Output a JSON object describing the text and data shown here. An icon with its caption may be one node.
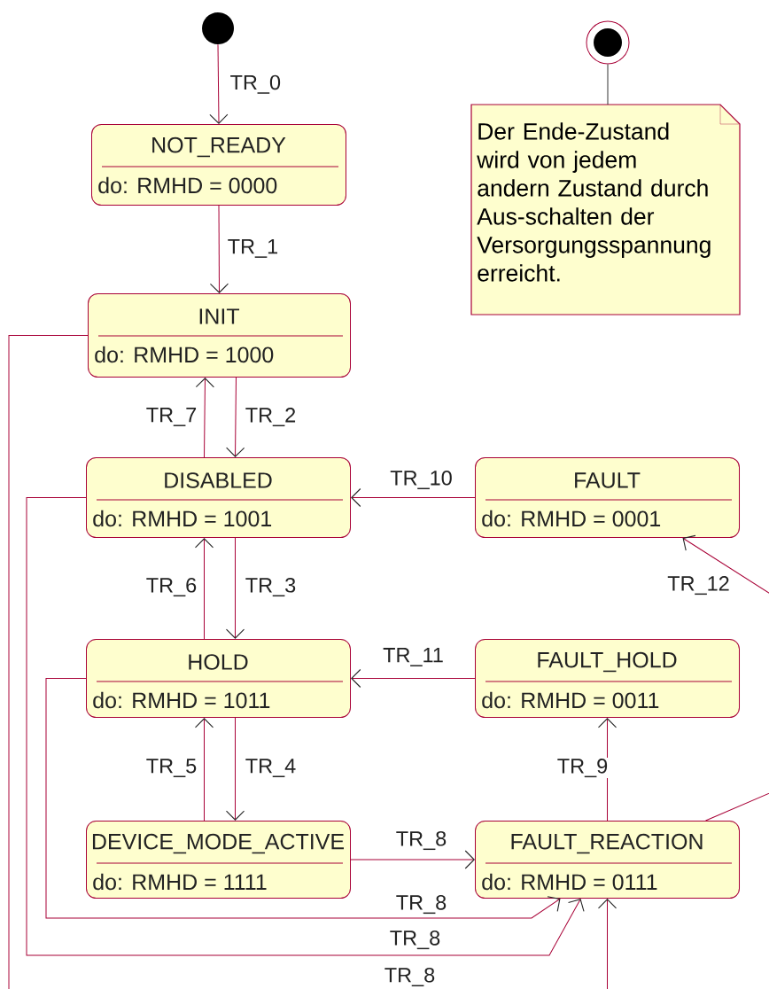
{
  "diagram": {
    "nodes": [
      {
        "text": [],
        "shape": "circle"
      },
      {
        "text": [],
        "shape": "circle"
      },
      {
        "text": [
          "Der Ende-Zustand wird von jedem andern Zustand durch Aus-schalten der Versorgungsspannung erreicht."
        ]
      },
      {
        "text": [
          "NOT_READY",
          "do: RMHD = 0000"
        ]
      },
      {
        "text": [
          "INIT",
          "do: RMHD = 1000"
        ]
      },
      {
        "text": [
          "DISABLED",
          "do: RMHD = 1001"
        ]
      },
      {
        "text": [
          "FAULT",
          "do: RMHD = 0001"
        ]
      },
      {
        "text": [
          "HOLD",
          "do: RMHD = 1011"
        ]
      },
      {
        "text": [
          "FAULT_HOLD",
          "do: RMHD = 0011"
        ]
      },
      {
        "text": [
          "DEVICE_MODE_ACTIVE",
          "do: RMHD = 1111"
        ]
      },
      {
        "text": [
          "FAULT_REACTION",
          "do: RMHD = 0111"
        ]
      }
    ],
    "edges": [
      {
        "from": 0,
        "to": 3,
        "arrow": "to",
        "label": "TR_0"
      },
      {
        "from": 3,
        "to": 4,
        "arrow": "to",
        "label": "TR_1"
      },
      {
        "from": 4,
        "to": 5,
        "arrow": "to",
        "label": "TR_2"
      },
      {
        "from": 5,
        "to": 4,
        "arrow": "to",
        "label": "TR_7"
      },
      {
        "from": 5,
        "to": 7,
        "arrow": "to",
        "label": "TR_3"
      },
      {
        "from": 7,
        "to": 5,
        "arrow": "to",
        "label": "TR_6"
      },
      {
        "from": 7,
        "to": 9,
        "arrow": "to",
        "label": "TR_4"
      },
      {
        "from": 9,
        "to": 7,
        "arrow": "to",
        "label": "TR_5"
      },
      {
        "from": 6,
        "to": 5,
        "arrow": "to",
        "label": "TR_10"
      },
      {
        "from": 8,
        "to": 7,
        "arrow": "to",
        "label": "TR_11"
      },
      {
        "from": 10,
        "to": 8,
        "arrow": "to",
        "label": "TR_9"
      },
      {
        "from": 10,
        "to": 6,
        "arrow": "to",
        "label": "TR_12"
      },
      {
        "from": 9,
        "to": 10,
        "arrow": "to",
        "label": "TR_8"
      },
      {
        "from": 7,
        "to": 10,
        "arrow": "to",
        "label": "TR_8"
      },
      {
        "from": 5,
        "to": 10,
        "arrow": "to",
        "label": "TR_8"
      },
      {
        "from": 4,
        "to": 10,
        "arrow": "to",
        "label": "TR_8"
      },
      {
        "from": 1,
        "to": 2,
        "arrow": "none",
        "color": "#333333"
      }
    ]
  }
}
